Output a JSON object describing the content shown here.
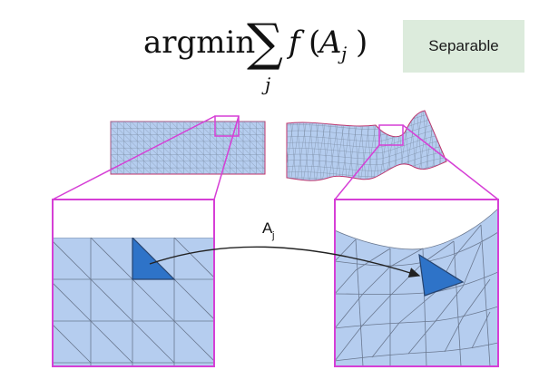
{
  "formula": {
    "operator": "argmin",
    "sum_symbol": "∑",
    "sum_index": "j",
    "function": "f",
    "argument": "A",
    "argument_subscript": "j"
  },
  "tag": {
    "label": "Separable"
  },
  "arrow": {
    "label_base": "A",
    "label_subscript": "j"
  },
  "colors": {
    "mesh_fill": "#b5cdef",
    "mesh_line": "#6a7890",
    "highlight_fill": "#2e73c8",
    "frame": "#d63fd6",
    "boundary": "#c0306a",
    "tag_fill": "#dcebdc"
  }
}
